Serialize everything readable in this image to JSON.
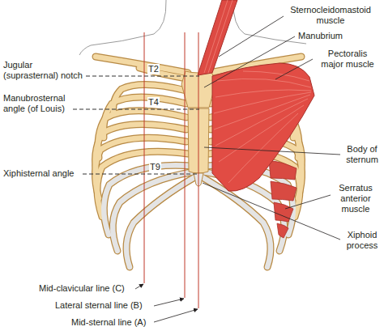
{
  "diagram": {
    "labels": [
      "Sternocleidomastoid muscle",
      "Manubrium",
      "Pectoralis major muscle",
      "Body of sternum",
      "Serratus anterior muscle",
      "Xiphoid process",
      "Jugular (suprasternal) notch",
      "T2",
      "Manubrosternal angle (of Louis)",
      "T4",
      "Xiphisternal angle",
      "T9",
      "Mid-clavicular line (C)",
      "Lateral sternal line (B)",
      "Mid-sternal line (A)"
    ]
  }
}
